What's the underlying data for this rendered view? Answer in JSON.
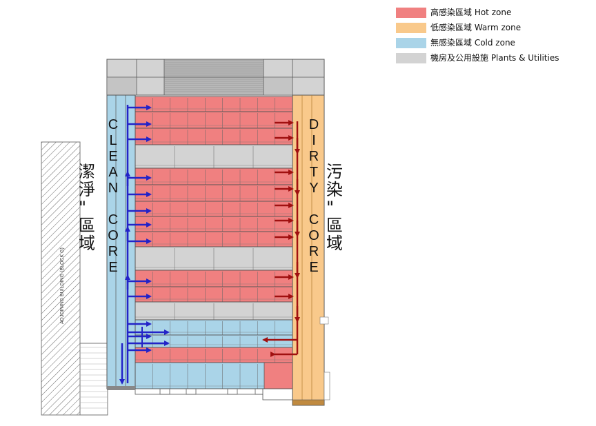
{
  "legend": [
    {
      "label": "高感染區域 Hot zone",
      "color": "#f08080"
    },
    {
      "label": "低感染區域 Warm zone",
      "color": "#f9c98b"
    },
    {
      "label": "無感染區域 Cold zone",
      "color": "#aad4e8"
    },
    {
      "label": "機房及公用設施 Plants & Utilities",
      "color": "#d3d3d3"
    }
  ],
  "clean_core_label": "CLEAN CORE",
  "dirty_core_label": "DIRTY CORE",
  "clean_zone_cjk": "潔淨\"區域",
  "dirty_zone_cjk": "污染\"區域",
  "adjoining_building_label": "ADJOINING BUILDING (BLOCK G)",
  "colors": {
    "hot": "#f08080",
    "warm": "#f9c98b",
    "cold": "#aad4e8",
    "plant": "#d3d3d3",
    "clean_flow": "#2323c8",
    "dirty_flow": "#a01010",
    "outline": "#555555"
  }
}
